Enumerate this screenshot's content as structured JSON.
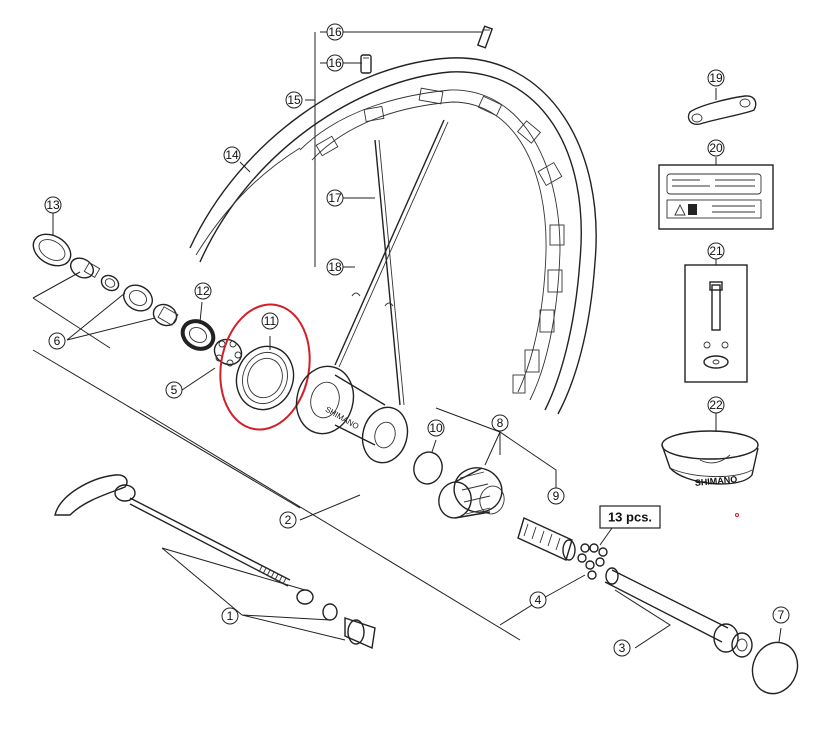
{
  "callouts": [
    {
      "id": "c1",
      "label": "1"
    },
    {
      "id": "c2",
      "label": "2"
    },
    {
      "id": "c3",
      "label": "3"
    },
    {
      "id": "c4",
      "label": "4"
    },
    {
      "id": "c5",
      "label": "5"
    },
    {
      "id": "c6",
      "label": "6"
    },
    {
      "id": "c7",
      "label": "7"
    },
    {
      "id": "c8",
      "label": "8"
    },
    {
      "id": "c9",
      "label": "9"
    },
    {
      "id": "c10",
      "label": "10"
    },
    {
      "id": "c11",
      "label": "11"
    },
    {
      "id": "c12",
      "label": "12"
    },
    {
      "id": "c13",
      "label": "13"
    },
    {
      "id": "c14",
      "label": "14"
    },
    {
      "id": "c15",
      "label": "15"
    },
    {
      "id": "c16a",
      "label": "16"
    },
    {
      "id": "c16b",
      "label": "16"
    },
    {
      "id": "c17",
      "label": "17"
    },
    {
      "id": "c18",
      "label": "18"
    },
    {
      "id": "c19",
      "label": "19"
    },
    {
      "id": "c20",
      "label": "20"
    },
    {
      "id": "c21",
      "label": "21"
    },
    {
      "id": "c22",
      "label": "22"
    }
  ],
  "quantity_box": "13 pcs.",
  "hub_logo": "SHIMANO",
  "tape_logo": "SHIMANO",
  "highlight_color": "#d0202a"
}
